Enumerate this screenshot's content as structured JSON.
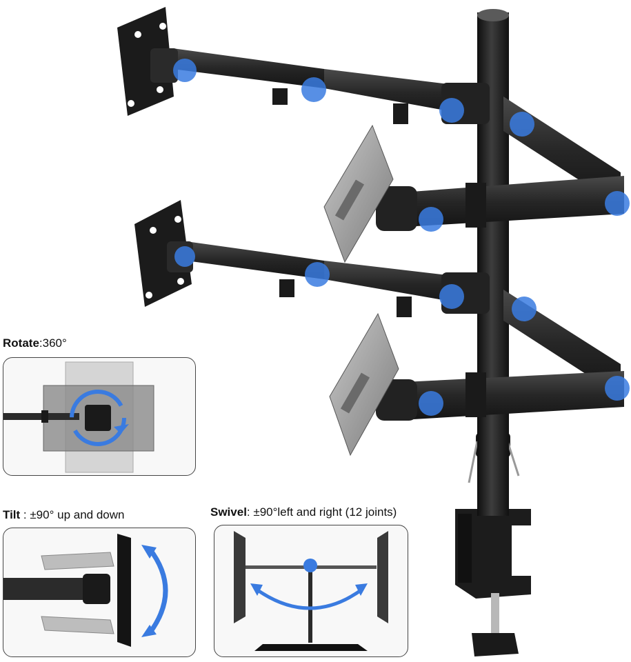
{
  "features": {
    "rotate": {
      "label": "Rotate",
      "value": ":360°"
    },
    "tilt": {
      "label": "Tilt",
      "value": " : ±90° up and down"
    },
    "swivel": {
      "label": "Swivel",
      "value": ": ±90°left and right (12 joints)"
    }
  },
  "colors": {
    "metal": "#2b2b2b",
    "metal_dark": "#161616",
    "metal_light": "#4a4a4a",
    "joint_highlight": "#3a7be0",
    "panel_border": "#444444",
    "screen_gray": "#8a8a8a"
  },
  "icons": {
    "joint": "blue-joint-dot",
    "rotate": "circular-arrow-icon",
    "tilt": "curved-arrow-icon",
    "swivel": "horizontal-curved-arrow-icon"
  }
}
